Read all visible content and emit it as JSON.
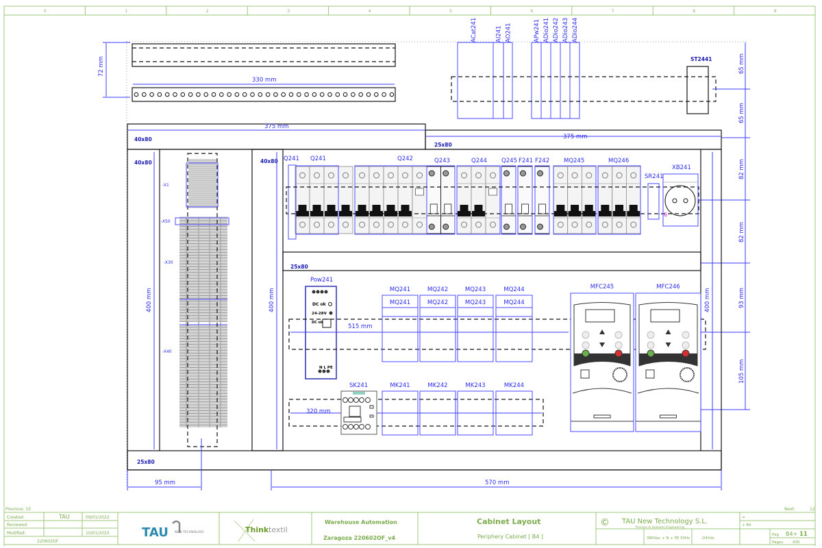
{
  "grid_columns": [
    "0",
    "1",
    "2",
    "3",
    "4",
    "5",
    "6",
    "7",
    "8",
    "9"
  ],
  "drawing": {
    "dims": {
      "rail_height": "72 mm",
      "rail_width": "330 mm",
      "duct_top_left": "375 mm",
      "duct_top_right": "375 mm",
      "right_65_a": "65 mm",
      "right_65_b": "65 mm",
      "right_82_a": "82 mm",
      "right_82_b": "82 mm",
      "right_93": "93 mm",
      "right_105": "105 mm",
      "left_400": "400 mm",
      "mid_400": "400 mm",
      "right_400": "400 mm",
      "rail_515": "515 mm",
      "rail_320": "320 mm",
      "bottom_95": "95 mm",
      "bottom_570": "570 mm"
    },
    "ducts": {
      "top_left": "40x80",
      "top_right": "25x80",
      "left_vertical": "40x80",
      "mid_vertical": "40x80",
      "middle_horizontal": "25x80",
      "bottom": "25x80"
    },
    "io_modules": [
      "ACat241",
      "AI241",
      "AO241",
      "APw241",
      "ADio241",
      "ADio242",
      "ADio243",
      "ADio244"
    ],
    "st_label": "ST2441",
    "breakers": {
      "q241a": "Q241",
      "q241": "Q241",
      "q242": "Q242",
      "q243": "Q243",
      "q244": "Q244",
      "q245": "Q245",
      "f241": "F241",
      "f242": "F242",
      "mq245": "MQ245",
      "mq246": "MQ246",
      "sr241": "SR241",
      "xb241": "XB241"
    },
    "power_supply": {
      "label": "Pow241",
      "dc_ok": "DC ok",
      "voltage": "24-28V",
      "dc_ok2": "DC ok",
      "terminals": "N L PE"
    },
    "contactors_top": [
      "MQ241",
      "MQ242",
      "MQ243",
      "MQ244"
    ],
    "contactors_bottom": [
      "MK241",
      "MK242",
      "MK243",
      "MK244"
    ],
    "sk_label": "SK241",
    "vfds": [
      "MFC245",
      "MFC246"
    ],
    "terminal_labels": [
      "-X1",
      "-X50",
      "-X30",
      "-X40"
    ]
  },
  "title_block": {
    "previous": "Previous: 10",
    "next_label": "Next:",
    "next_value": "12",
    "created_label": "Created:",
    "created_by": "TAU",
    "created_date": "09/01/2023",
    "reviewed_label": "Reviewed:",
    "modified_label": "Modified:",
    "modified_date": "10/01/2023",
    "code": "220602OF",
    "logo_tau": "TAU",
    "logo_tau_sub": "NEW TECHNOLOGY",
    "logo_think": "Think",
    "logo_textil": "textil",
    "project": "Warehouse Automation",
    "project_sub": "Zaragoza 220602OF_v4",
    "sheet_title": "Cabinet Layout",
    "sheet_sub": "Periphery Cabinet [ B4 ]",
    "copyright": "©",
    "company": "TAU New Technology S.L.",
    "company_sub": "Process & Systems Engineering",
    "supply": "380Vac + N + PE 50Hz",
    "control": "/24Vdc",
    "eq": "=",
    "loc": "+ B4",
    "pag_label": "Pag",
    "pag_value": "B4+",
    "pag_num": "11",
    "pages_label": "Pages",
    "pages_value": "430"
  }
}
